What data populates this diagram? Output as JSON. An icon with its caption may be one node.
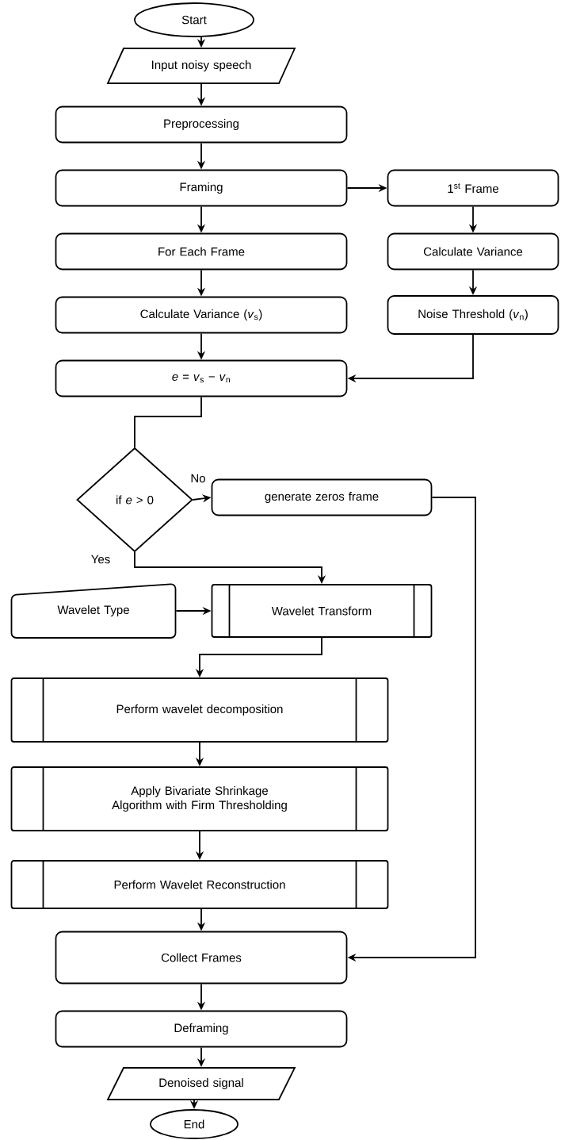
{
  "diagram": {
    "nodes": [
      {
        "text": [
          "Start"
        ]
      },
      {
        "text": [
          "Input noisy speech"
        ]
      },
      {
        "text": [
          "Preprocessing"
        ]
      },
      {
        "text": [
          "Framing"
        ]
      },
      {
        "text": [
          "1$^{st}$ Frame"
        ]
      },
      {
        "text": [
          "For Each Frame"
        ]
      },
      {
        "text": [
          "Calculate Variance"
        ]
      },
      {
        "text": [
          "Calculate Variance (*v*$_{s}$)"
        ]
      },
      {
        "text": [
          "Noise Threshold (*v*$_{n}$)"
        ]
      },
      {
        "text": [
          "*e* = *v*$_{s}$ − *v*$_{n}$"
        ]
      },
      {
        "text": [
          "if *e* > 0"
        ]
      },
      {
        "text": [
          "generate zeros frame"
        ]
      },
      {
        "text": [
          "Wavelet Type"
        ]
      },
      {
        "text": [
          "Wavelet Transform"
        ]
      },
      {
        "text": [
          "Perform wavelet decomposition"
        ]
      },
      {
        "text": [
          "Apply Bivariate Shrinkage Algorithm with Firm Thresholding"
        ]
      },
      {
        "text": [
          "Perform Wavelet Reconstruction"
        ]
      },
      {
        "text": [
          "Collect Frames"
        ]
      },
      {
        "text": [
          "Deframing"
        ]
      },
      {
        "text": [
          "Denoised signal"
        ]
      },
      {
        "text": [
          "End"
        ]
      }
    ],
    "edges": [
      {
        "from": 0,
        "to": 1,
        "arrow": "to"
      },
      {
        "from": 1,
        "to": 2,
        "arrow": "to"
      },
      {
        "from": 2,
        "to": 3,
        "arrow": "to"
      },
      {
        "from": 3,
        "to": 4,
        "arrow": "to"
      },
      {
        "from": 3,
        "to": 5,
        "arrow": "to"
      },
      {
        "from": 4,
        "to": 6,
        "arrow": "to"
      },
      {
        "from": 6,
        "to": 8,
        "arrow": "to"
      },
      {
        "from": 5,
        "to": 7,
        "arrow": "to"
      },
      {
        "from": 7,
        "to": 9,
        "arrow": "to"
      },
      {
        "from": 8,
        "to": 9,
        "arrow": "to"
      },
      {
        "from": 9,
        "to": 10,
        "arrow": "none"
      },
      {
        "from": 10,
        "to": 11,
        "arrow": "to",
        "label": "No"
      },
      {
        "from": 10,
        "to": 13,
        "arrow": "to",
        "label": "Yes"
      },
      {
        "from": 12,
        "to": 13,
        "arrow": "to"
      },
      {
        "from": 13,
        "to": 14,
        "arrow": "to"
      },
      {
        "from": 14,
        "to": 15,
        "arrow": "to"
      },
      {
        "from": 15,
        "to": 16,
        "arrow": "to"
      },
      {
        "from": 16,
        "to": 17,
        "arrow": "to"
      },
      {
        "from": 11,
        "to": 17,
        "arrow": "to"
      },
      {
        "from": 17,
        "to": 18,
        "arrow": "to"
      },
      {
        "from": 18,
        "to": 19,
        "arrow": "to"
      },
      {
        "from": 19,
        "to": 20,
        "arrow": "to"
      }
    ]
  }
}
